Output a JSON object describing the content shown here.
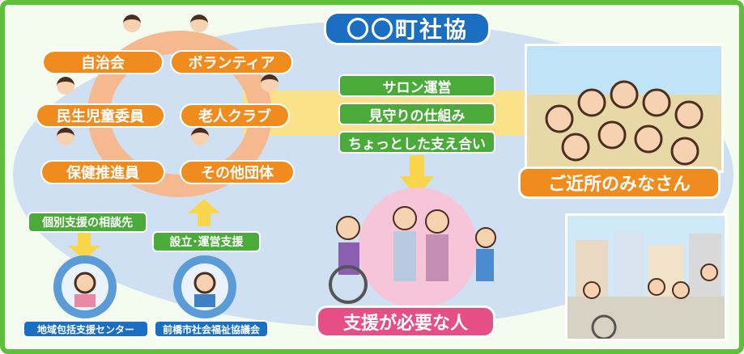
{
  "title": "〇〇町社協",
  "groups": [
    "自治会",
    "ボランティア",
    "民生児童委員",
    "老人クラブ",
    "保健推進員",
    "その他団体"
  ],
  "activities": [
    "サロン運営",
    "見守りの仕組み",
    "ちょっとした支え合い"
  ],
  "neighbors_label": "ご近所のみなさん",
  "needs_support_label": "支援が必要な人",
  "left_flow": {
    "label": "個別支援の相談先",
    "node": "地域包括支援センター"
  },
  "right_flow": {
    "label": "設立･運営支援",
    "node": "前橋市社会福祉協議会"
  },
  "colors": {
    "frame_green": "#5fbf3a",
    "orange": "#f08c1e",
    "green": "#4bab3a",
    "blue": "#1a6fc2",
    "pink": "#e64f86",
    "bg_oval": "#cfe0f3"
  }
}
